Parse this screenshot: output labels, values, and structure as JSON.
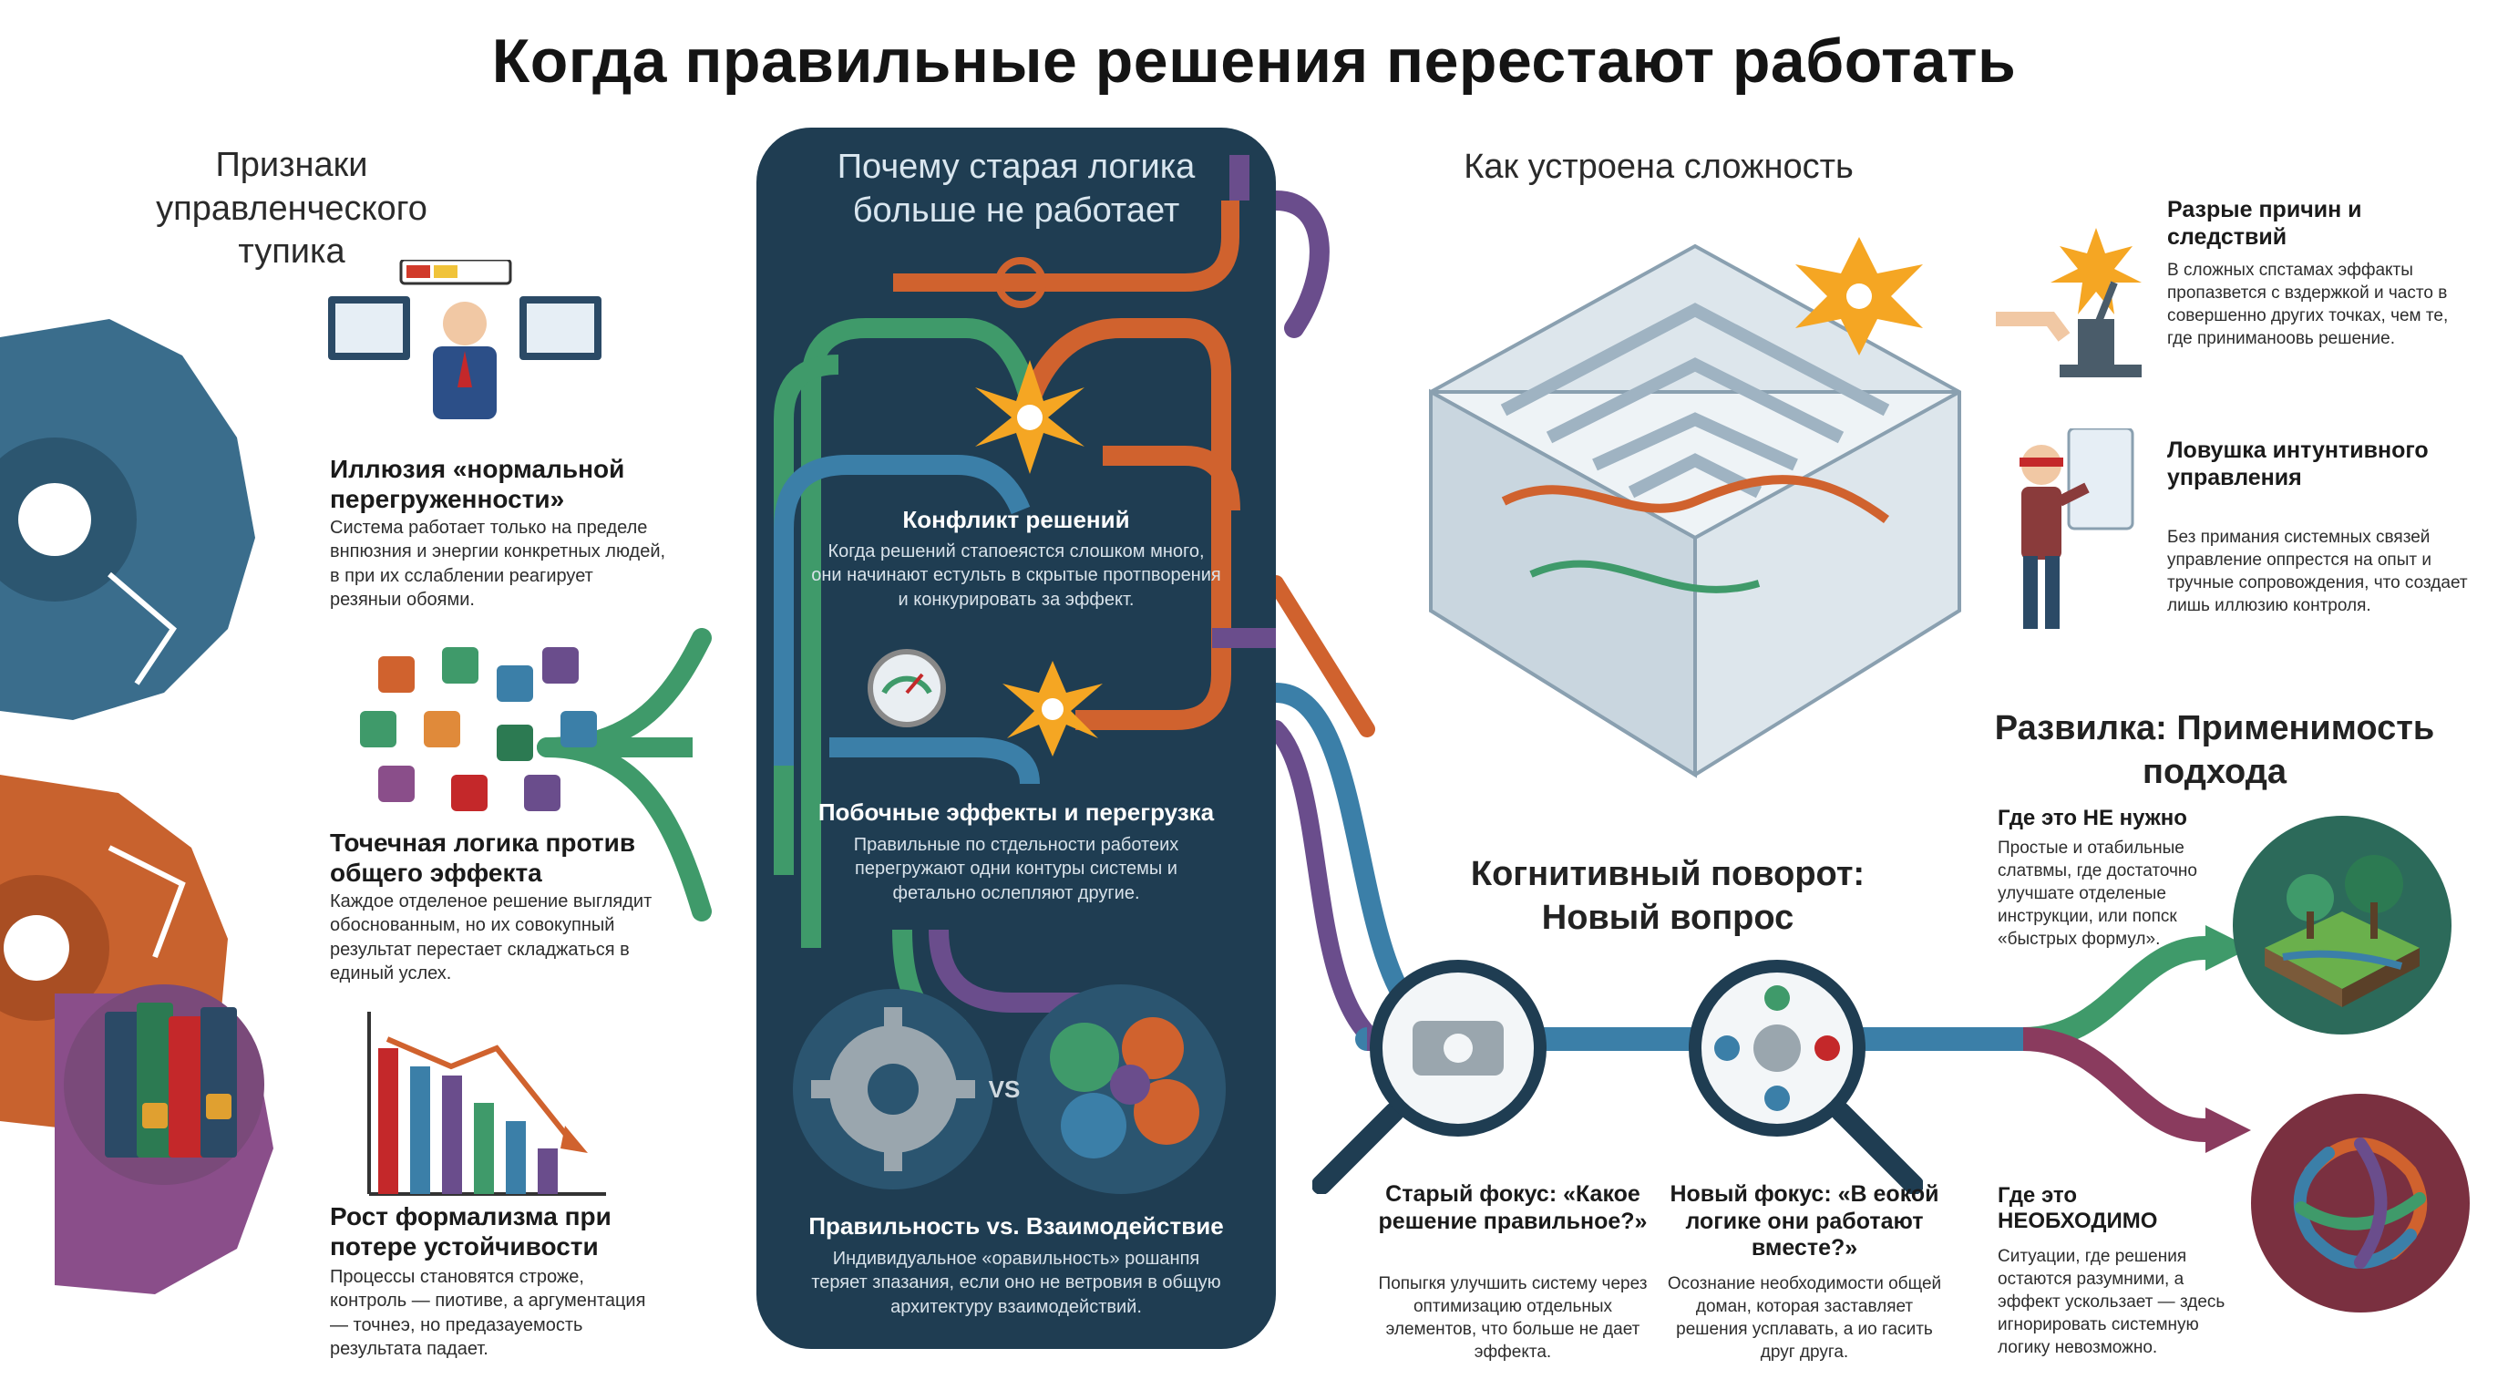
{
  "title": "Когда правильные решения перестают работать",
  "left": {
    "heading": "Признаки управленческого тупика",
    "items": [
      {
        "title": "Иллюзия «нормальной перегруженности»",
        "text": "Система работает только на пределе внпюзния и энергии конкретных людей, в при их сслаблении реагирует резяныи обоями."
      },
      {
        "title": "Точечная логика против общего эффекта",
        "text": "Каждое отделеное решение выглядит обоснованным, но их совокупный результат перестает складжаться в единый услех."
      },
      {
        "title": "Рост формализма при потере устойчивости",
        "text": "Процессы становятся строже, контроль — пиотиве, а аргументация — точнеэ, но предазауемость результата падает."
      }
    ]
  },
  "center": {
    "heading": "Почему старая логика больше не работает",
    "items": [
      {
        "title": "Конфликт решений",
        "text": "Когда решений стапоеястся слошком много, они начинают естульть в скрытые протпворения и конкурировать за эффект."
      },
      {
        "title": "Побочные эффекты и перегрузка",
        "text": "Правильные по стдельности работеих перегружают одни контуры системы и фетально ослепляют другие."
      },
      {
        "title": "Правильность vs. Взаимодействие",
        "text": "Индивидуальное «оравильность» рошанпя теряет зпазания, если оно не ветровия в общую архитектуру взаимодействий."
      }
    ],
    "vs_label": "VS"
  },
  "complexity": {
    "heading": "Как устроена сложность",
    "items": [
      {
        "title": "Разрые причин и следствий",
        "text": "В сложных спстамах эффакты пропазвется с вздержкой и часто в совершенно других точках, чем те, где приниманоовь решение."
      },
      {
        "title": "Ловушка интунтивного управления",
        "text": "Без примания системных связей управление оппрестся на опыт и тручные сопровождения, что создает лишь иллюзию контроля."
      }
    ]
  },
  "cognitive": {
    "heading": "Когнитивный поворот: Новый вопрос",
    "old": {
      "title": "Старый фокус: «Какое решение правильное?»",
      "text": "Попыгкя улучшить систему через оптимизацию отдельных элементов, что больше не дает эффекта."
    },
    "new": {
      "title": "Новый фокус: «В еокой логике они работают вместе?»",
      "text": "Осознание необходимости общей доман, которая заставляет решения усплавать, а ио гасить друг друга."
    }
  },
  "fork": {
    "heading": "Развилка: Применимость подхода",
    "not_needed": {
      "title": "Где это НЕ нужно",
      "text": "Простые и отабильные слатвмы, где достаточно улучшате отделеные инструкции, или попск «быстрых формул»."
    },
    "needed": {
      "title": "Где это НЕОБХОДИМО",
      "text": "Ситуации, где решения остаются разумними, а эффект ускользает — здесь игнорировать системную логику невозможно."
    }
  },
  "colors": {
    "panel": "#1f3d52",
    "pipe_green": "#3f9a6a",
    "pipe_orange": "#d0622e",
    "pipe_blue": "#3b7fa8",
    "pipe_purple": "#6a4d8c",
    "explosion": "#f5a623"
  },
  "icons": [
    "broken-gears-icon",
    "stressed-manager-icon",
    "puzzle-pieces-icon",
    "locked-books-icon",
    "declining-chart-icon",
    "pipes-icon",
    "gauge-icon",
    "gears-vs-icon",
    "maze-icon",
    "lever-icon",
    "blindfold-man-icon",
    "magnifier-icon",
    "tree-island-icon",
    "knot-icon"
  ]
}
